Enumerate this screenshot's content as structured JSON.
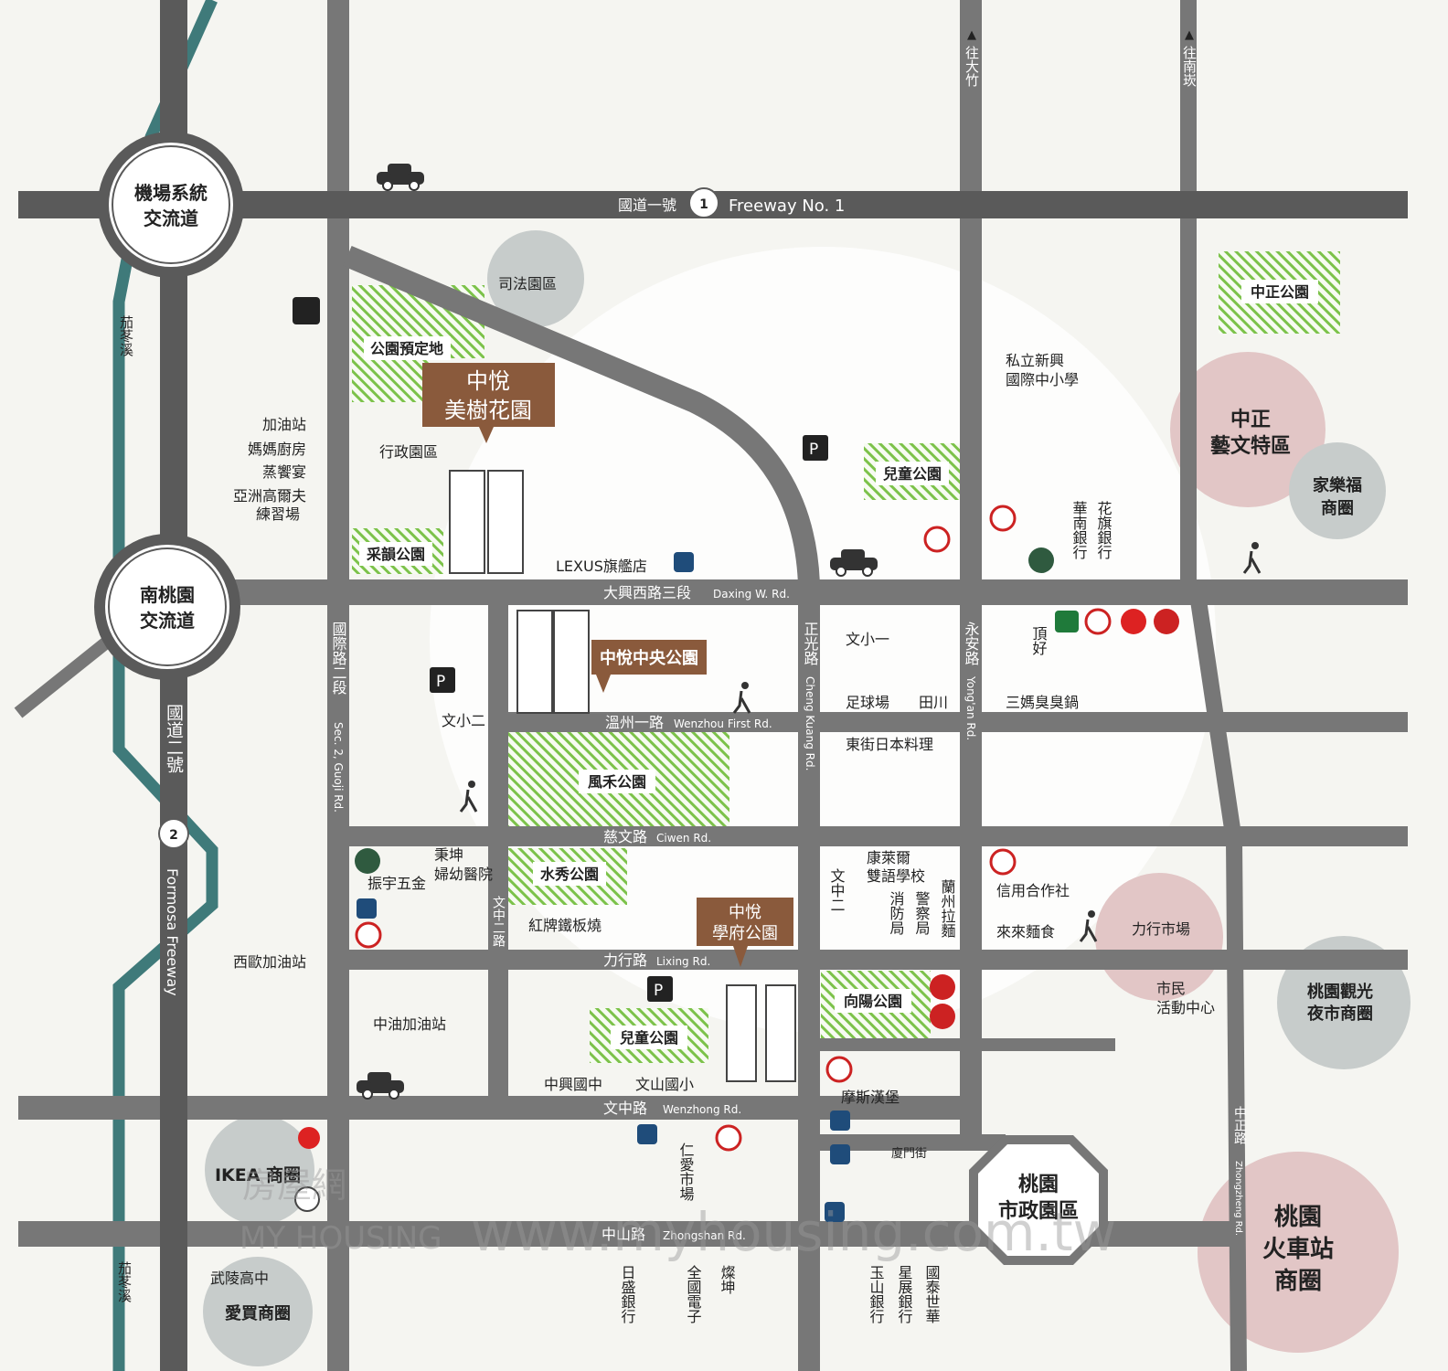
{
  "colors": {
    "road": "#777777",
    "highway": "#5a5a5a",
    "creek": "#3f7a7a",
    "park_stripe": "#7cc24a",
    "circle_pink": "#e2c6c6",
    "circle_grey": "#c7cccb",
    "brown": "#8a5a3c",
    "bg": "#f5f5f1"
  },
  "interchanges": {
    "airport": {
      "line1": "機場系統",
      "line2": "交流道"
    },
    "south_taoyuan": {
      "line1": "南桃園",
      "line2": "交流道"
    }
  },
  "freeway1": {
    "name": "國道一號",
    "number": "1",
    "name_en": "Freeway No. 1"
  },
  "freeway2": {
    "name": "國道二號",
    "number": "2",
    "name_en": "Formosa Freeway"
  },
  "creek": {
    "name": "茄苳溪"
  },
  "roads": {
    "daxing": {
      "zh": "大興西路三段",
      "en": "Daxing W. Rd."
    },
    "wenzhou": {
      "zh": "溫州一路",
      "en": "Wenzhou First Rd."
    },
    "ciwen": {
      "zh": "慈文路",
      "en": "Ciwen Rd."
    },
    "lixing": {
      "zh": "力行路",
      "en": "Lixing Rd."
    },
    "wenzhong": {
      "zh": "文中路",
      "en": "Wenzhong Rd."
    },
    "zhongshan": {
      "zh": "中山路",
      "en": "Zhongshan Rd."
    },
    "guoji": {
      "zh": "國際路二段",
      "en": "Sec. 2, Guoji Rd."
    },
    "zhengguang": {
      "zh": "正光路",
      "en": "Cheng Kuang Rd."
    },
    "yongan": {
      "zh": "永安路",
      "en": "Yong'an Rd."
    },
    "zhongzheng": {
      "zh": "中正路",
      "en": "Zhongzheng Rd."
    },
    "wenzhong2": "文中二路",
    "xiamen": "廈門街",
    "to_dazhu": "往大竹",
    "to_nankan": "往南崁"
  },
  "projects": [
    {
      "line1": "中悅",
      "line2": "美樹花園"
    },
    {
      "line1": "中悅中央公園",
      "line2": ""
    },
    {
      "line1": "中悅",
      "line2": "學府公園"
    }
  ],
  "parks": [
    "公園預定地",
    "采韻公園",
    "兒童公園",
    "中正公園",
    "風禾公園",
    "水秀公園",
    "兒童公園",
    "向陽公園"
  ],
  "districts": [
    {
      "line1": "中正",
      "line2": "藝文特區"
    },
    {
      "line1": "家樂福",
      "line2": "商圈"
    },
    {
      "line1": "桃園觀光",
      "line2": "夜市商圈"
    },
    {
      "line1": "桃園",
      "line2": "火車站",
      "line3": "商圈"
    },
    {
      "line1": "IKEA 商圈",
      "line2": ""
    },
    {
      "line1": "愛買商圈",
      "line2": ""
    },
    {
      "line1": "司法園區",
      "line2": ""
    }
  ],
  "civic": {
    "line1": "桃園",
    "line2": "市政園區"
  },
  "pois": [
    "加油站",
    "媽媽廚房",
    "蒸饗宴",
    "亞洲高爾夫",
    "練習場",
    "行政園區",
    "LEXUS旗艦店",
    "私立新興",
    "國際中小學",
    "華南銀行",
    "花旗銀行",
    "頂好",
    "文小一",
    "足球場",
    "田川",
    "三媽臭臭鍋",
    "東街日本料理",
    "文小二",
    "秉坤",
    "婦幼醫院",
    "振宇五金",
    "紅牌鐵板燒",
    "康萊爾",
    "雙語學校",
    "文中二",
    "消防局",
    "警察局",
    "蘭州拉麵",
    "信用合作社",
    "來來麵食",
    "力行市場",
    "市民",
    "活動中心",
    "西歐加油站",
    "中油加油站",
    "中興國中",
    "文山國小",
    "仁愛市場",
    "摩斯漢堡",
    "武陵高中",
    "日盛銀行",
    "全國電子",
    "燦坤",
    "玉山銀行",
    "星展銀行",
    "國泰世華"
  ],
  "watermark": {
    "logo_zh": "房屋網",
    "logo_en": "MY HOUSING",
    "url": "www.myhousing.com.tw"
  }
}
